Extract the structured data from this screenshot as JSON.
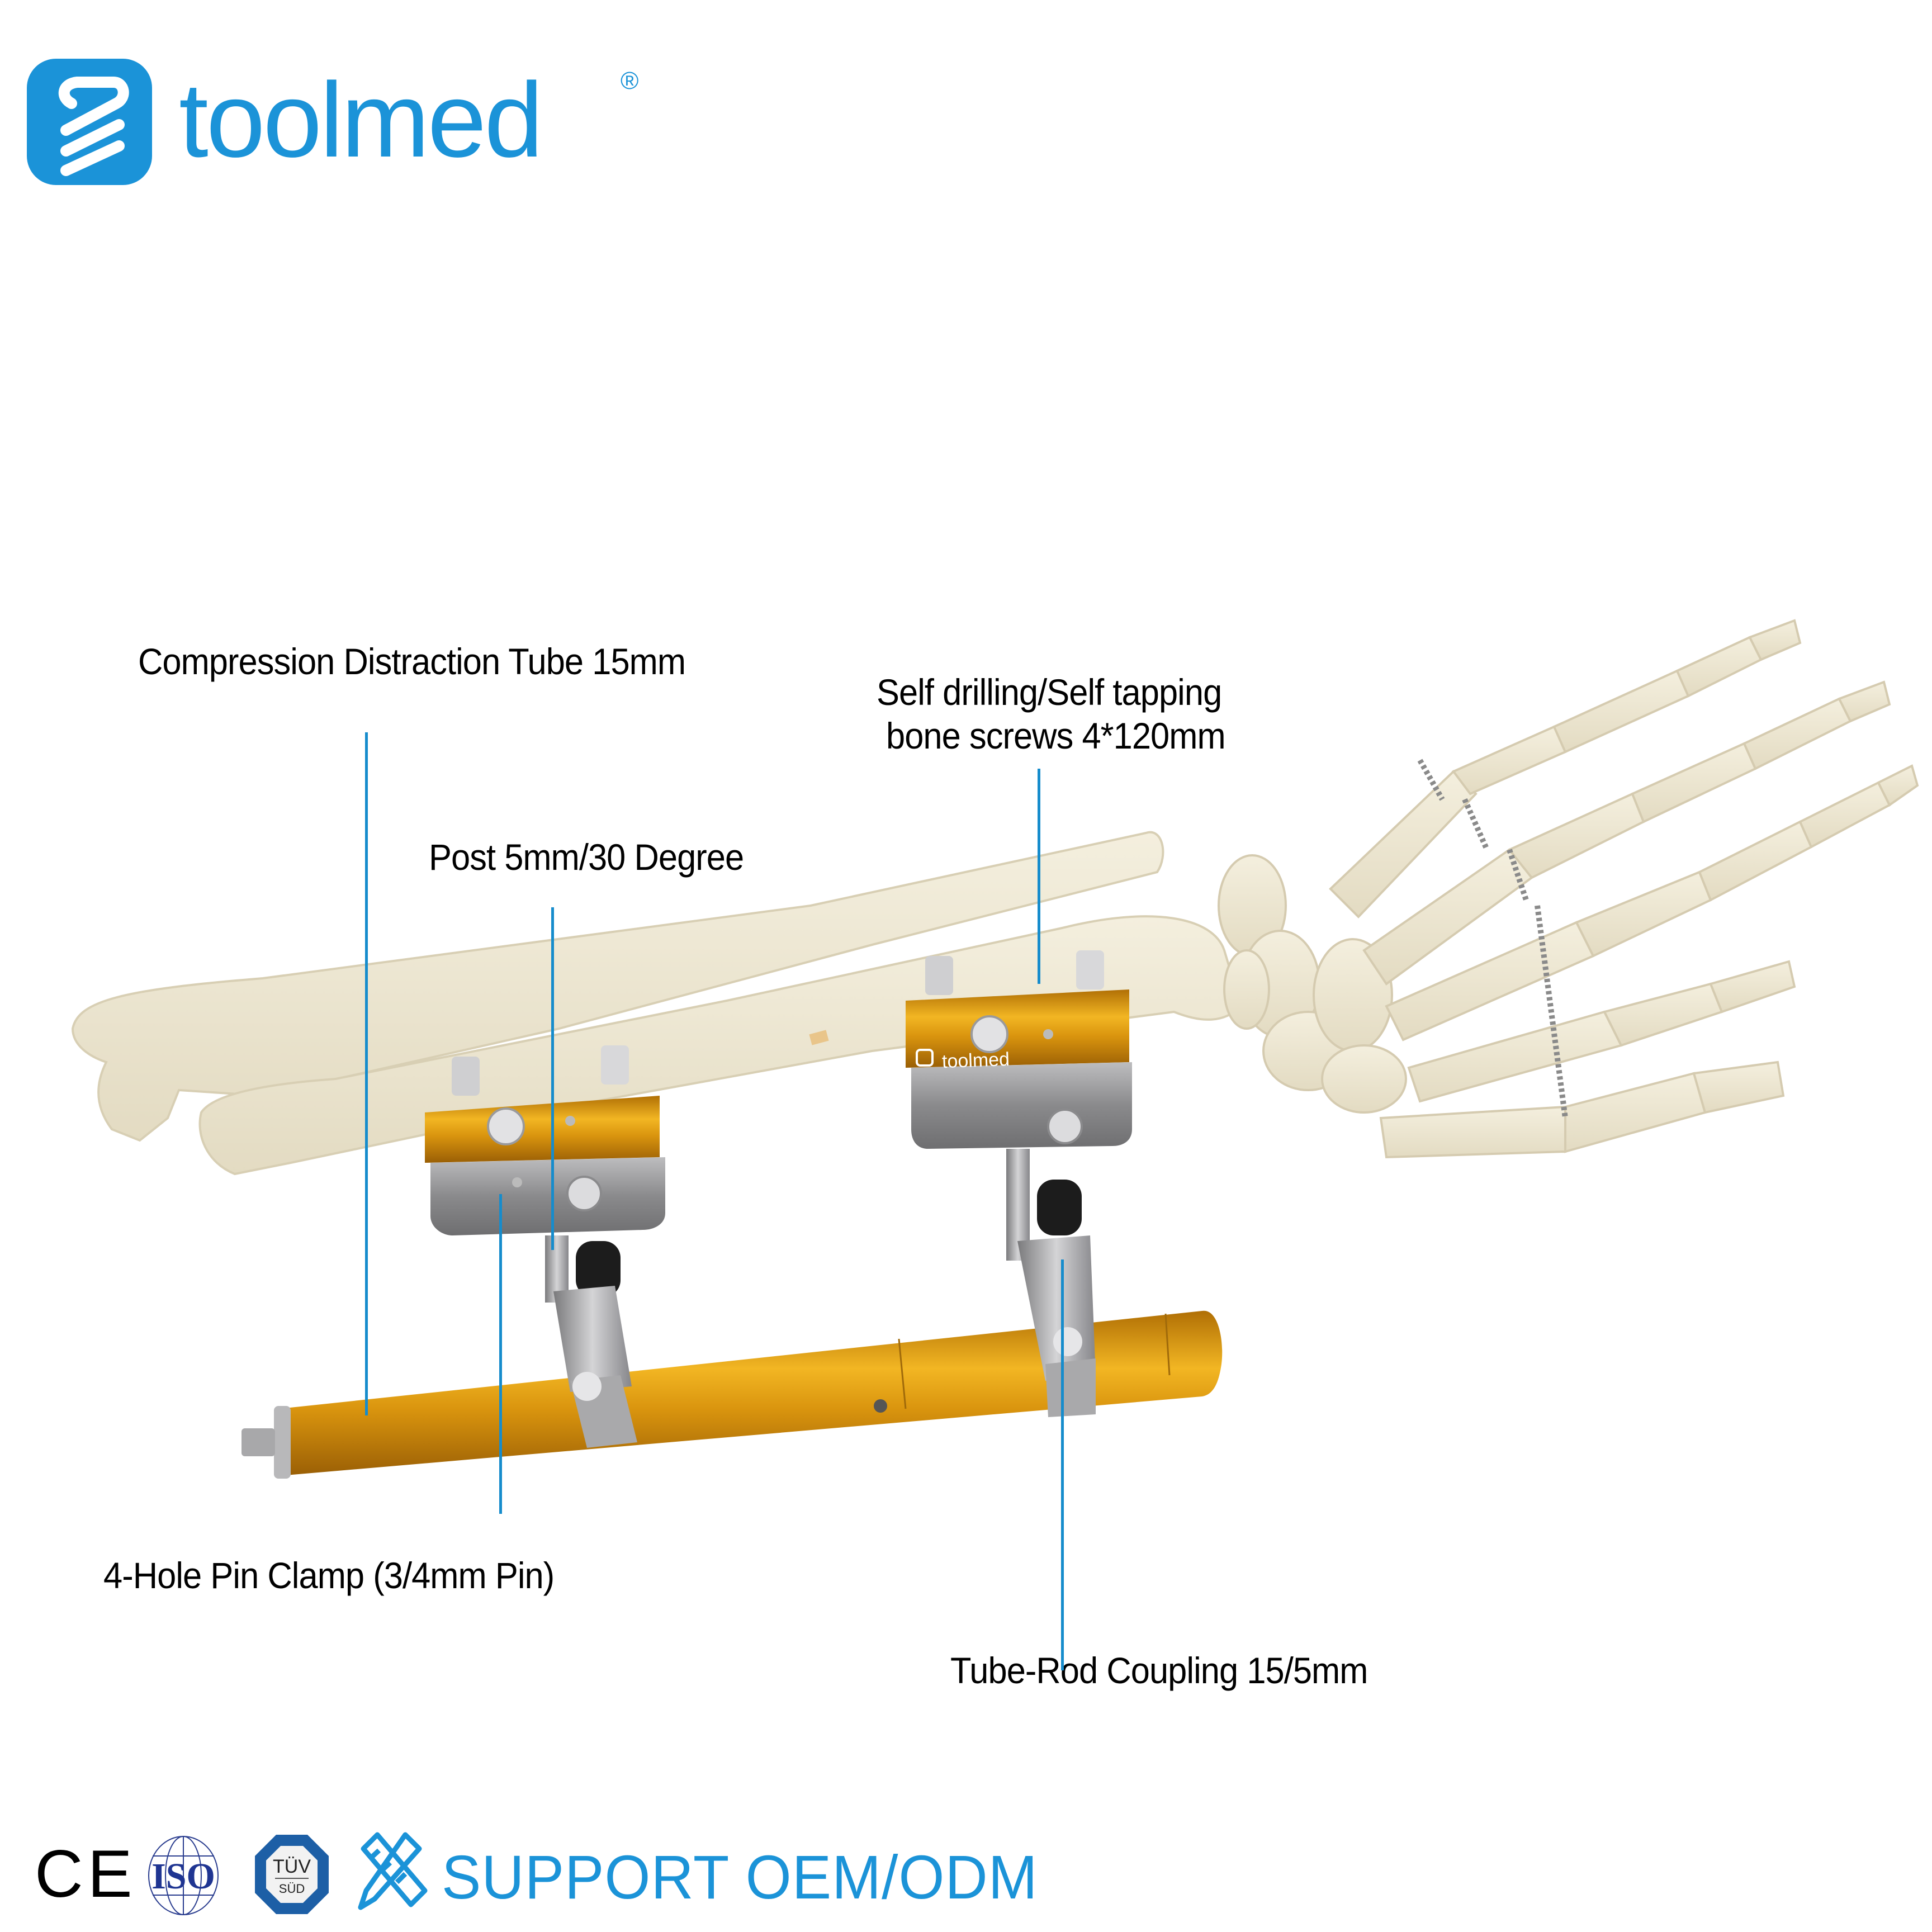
{
  "brand": {
    "name": "toolmed",
    "registered_mark": "®",
    "logo_icon": "spring-coil-icon",
    "color": "#1b93d8"
  },
  "callouts": [
    {
      "id": "tube",
      "label": "Compression Distraction Tube 15mm"
    },
    {
      "id": "screws",
      "line1": "Self drilling/Self tapping",
      "line2": "bone screws 4*120mm"
    },
    {
      "id": "post",
      "label": "Post 5mm/30 Degree"
    },
    {
      "id": "pin_clamp",
      "label": "4-Hole Pin Clamp (3/4mm Pin)"
    },
    {
      "id": "coupling",
      "label": "Tube-Rod Coupling 15/5mm"
    }
  ],
  "leader_color": "#168ccc",
  "product": {
    "clamp_logo": "toolmed",
    "tube_color": "#d9940e",
    "clamp_top_color": "#d49a1a",
    "steel_color": "#8e8e90",
    "bone_color": "#efe9d6"
  },
  "footer": {
    "certifications": [
      {
        "name": "CE",
        "icon": "ce-mark-icon"
      },
      {
        "name": "ISO",
        "icon": "iso-globe-icon"
      },
      {
        "name": "TÜV SÜD",
        "icon": "tuv-sud-badge-icon",
        "top": "TÜV",
        "bottom": "SÜD"
      }
    ],
    "oem_icon": "pencil-ruler-icon",
    "oem_text": "SUPPORT OEM/ODM",
    "color": "#1b93d8"
  }
}
